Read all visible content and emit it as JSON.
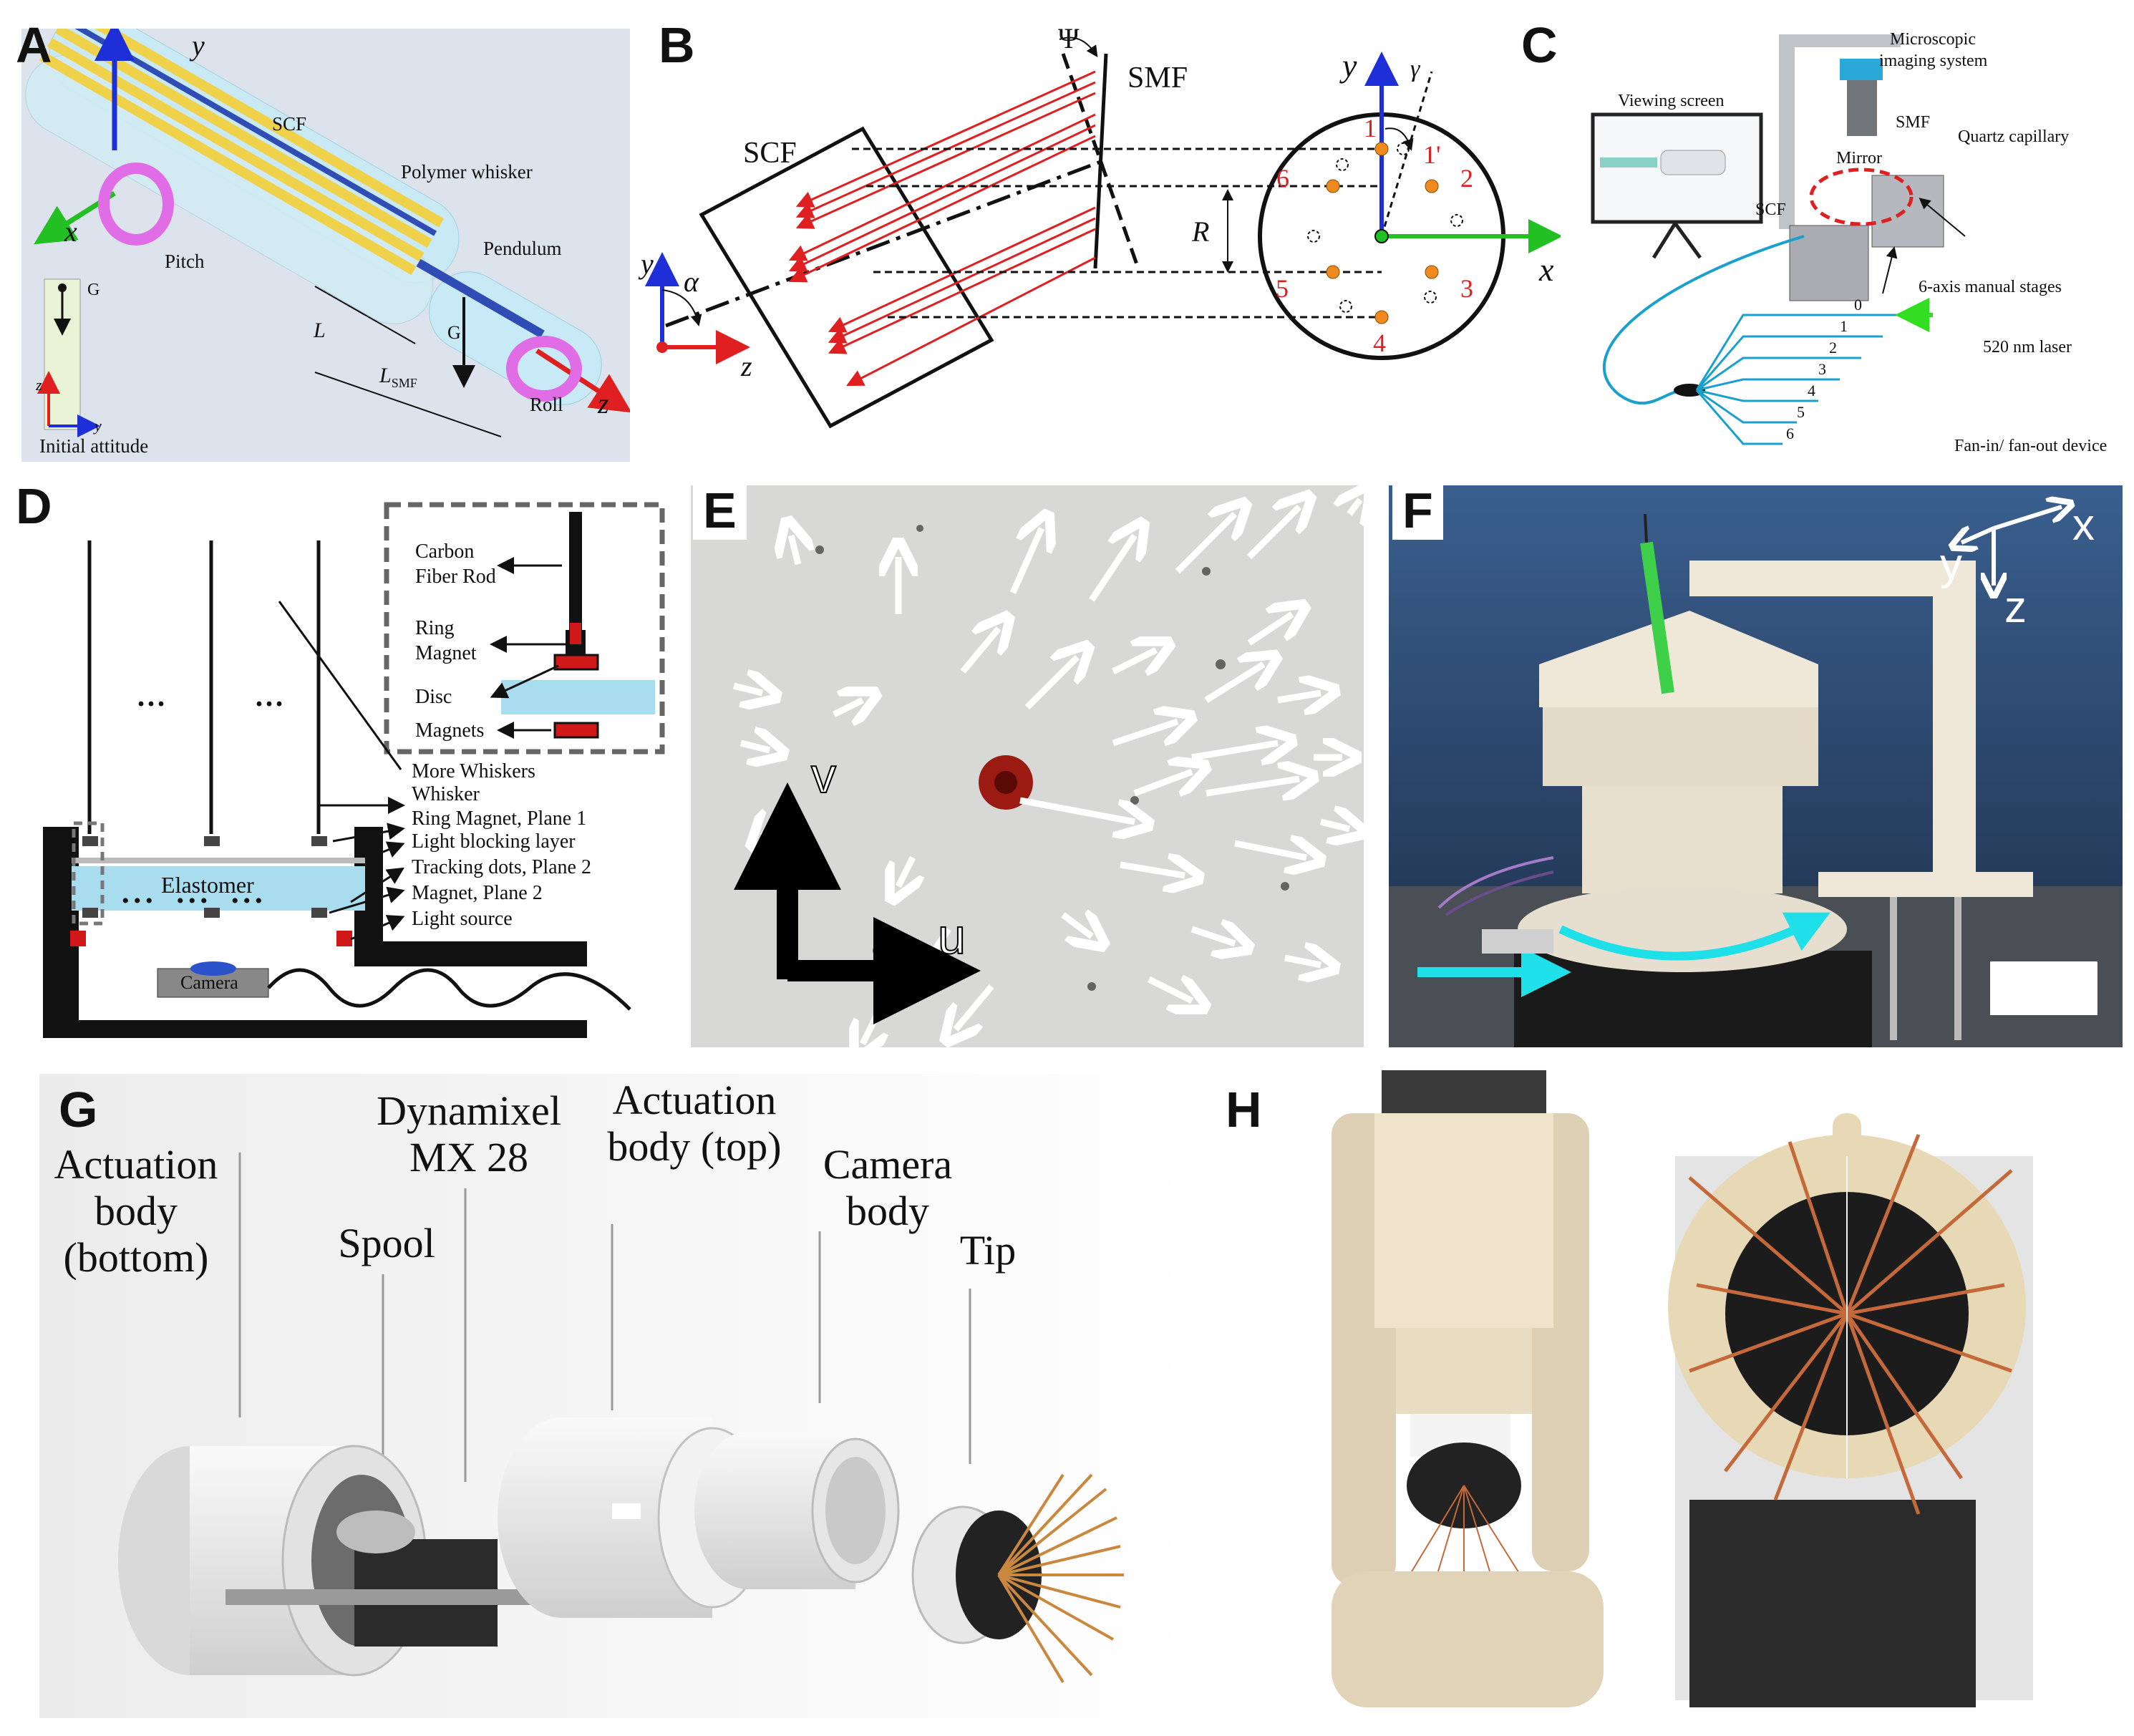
{
  "panel_labels": {
    "a": "A",
    "b": "B",
    "c": "C",
    "d": "D",
    "e": "E",
    "f": "F",
    "g": "G",
    "h": "H"
  },
  "panel_a": {
    "scf": "SCF",
    "polymer_whisker": "Polymer whisker",
    "pendulum": "Pendulum",
    "pitch": "Pitch",
    "roll": "Roll",
    "x": "x",
    "y": "y",
    "z": "z",
    "g": "G",
    "g2": "G",
    "l": "L",
    "lsmf": "L",
    "lsmf_sub": "SMF",
    "initial_attitude": "Initial attitude",
    "ia_z": "z",
    "ia_y": "y",
    "colors": {
      "bg": "#dde3ec",
      "fiber": "#b9e4f3",
      "core_yellow": "#f0d24a",
      "core_blue": "#2f4db5",
      "roll_ring": "#e06ce6"
    }
  },
  "panel_b": {
    "scf": "SCF",
    "smf": "SMF",
    "psi": "Ψ",
    "alpha": "α",
    "gamma": "γ",
    "r": "R",
    "x": "x",
    "y": "y",
    "z": "z",
    "y2": "y",
    "points": [
      "1",
      "2",
      "3",
      "4",
      "5",
      "6",
      "1'"
    ],
    "colors": {
      "ray": "#e02020",
      "dot": "#f08a1e",
      "axis_x": "#22c022",
      "axis_y": "#1f2fd8"
    }
  },
  "panel_c": {
    "microscopic": "Microscopic",
    "imaging_system": "imaging system",
    "viewing_screen": "Viewing screen",
    "smf": "SMF",
    "quartz": "Quartz capillary",
    "mirror": "Mirror",
    "scf": "SCF",
    "stages": "6-axis manual stages",
    "laser": "520 nm laser",
    "fanin": "Fan-in/ fan-out device",
    "channels": [
      "0",
      "1",
      "2",
      "3",
      "4",
      "5",
      "6"
    ],
    "colors": {
      "fiber": "#1aa0cf",
      "laser_arrow": "#33dd22"
    }
  },
  "panel_d": {
    "carbon": "Carbon",
    "fiber_rod": "Fiber Rod",
    "ring": "Ring",
    "magnet": "Magnet",
    "disc": "Disc",
    "magnets": "Magnets",
    "more_whiskers": "More Whiskers",
    "whisker": "Whisker",
    "ring_magnet_plane1": "Ring Magnet, Plane 1",
    "light_blocking": "Light blocking layer",
    "tracking_dots": "Tracking dots, Plane 2",
    "magnet_plane2": "Magnet, Plane 2",
    "light_source": "Light source",
    "elastomer": "Elastomer",
    "camera": "Camera",
    "ellipsis1": "···",
    "ellipsis2": "···",
    "colors": {
      "elastomer": "#a8dcef",
      "red": "#d01818"
    }
  },
  "panel_e": {
    "v": "v",
    "u": "u",
    "colors": {
      "bg": "#d8d8d6",
      "arrow": "#ffffff",
      "pin": "#9b1a12"
    }
  },
  "panel_f": {
    "x": "x",
    "y": "y",
    "z": "z",
    "colors": {
      "bg": "#2b4a73",
      "part": "#efe8d8",
      "rod": "#3fd04a",
      "cyan": "#1fe0e8"
    }
  },
  "panel_g": {
    "act_bottom": [
      "Actuation",
      "body",
      "(bottom)"
    ],
    "dynamixel": [
      "Dynamixel",
      "MX 28"
    ],
    "act_top": [
      "Actuation",
      "body (top)"
    ],
    "camera_body": [
      "Camera",
      "body"
    ],
    "spool": "Spool",
    "tip": "Tip",
    "colors": {
      "shell": "#e9e9e9",
      "whisker": "#c9883e",
      "tip": "#222222"
    }
  },
  "panel_h": {
    "colors": {
      "robot": "#e8dcc3",
      "whisker": "#c5693a"
    }
  }
}
